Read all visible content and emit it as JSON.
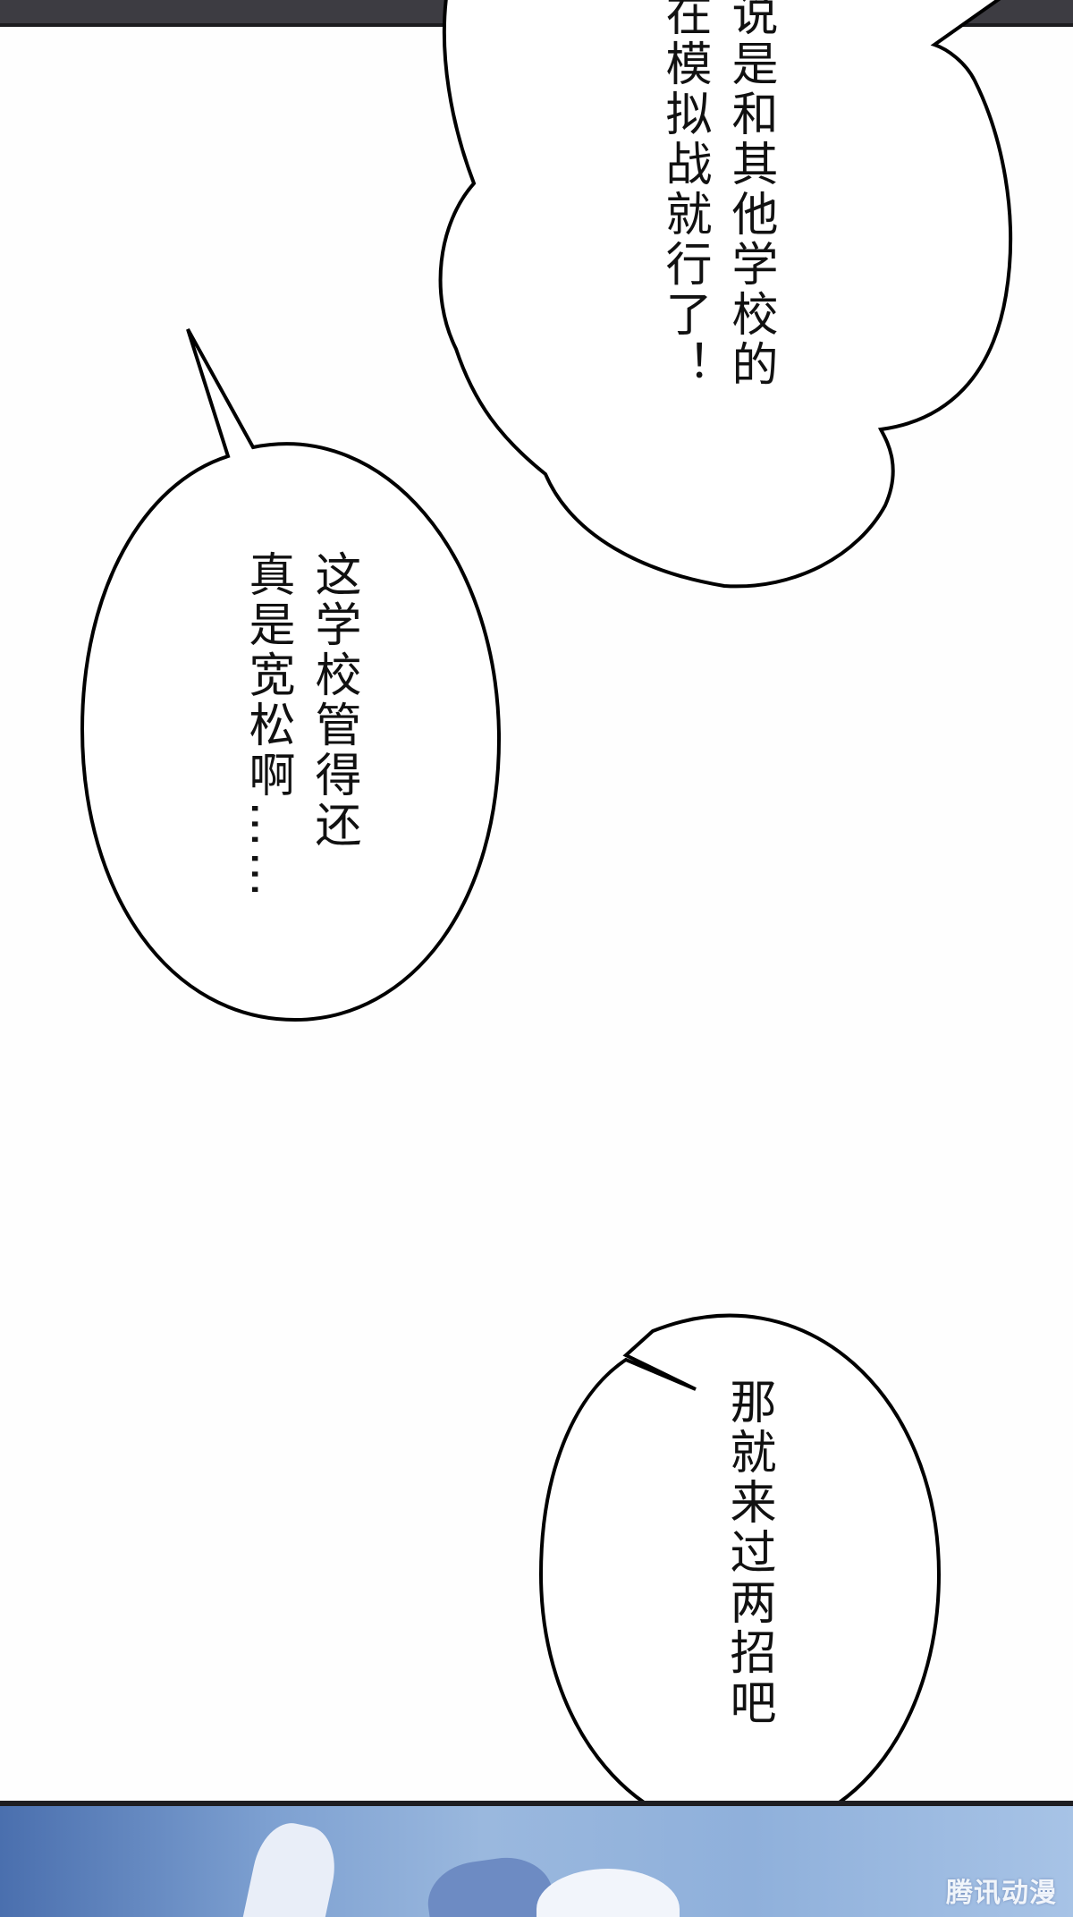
{
  "page": {
    "watermark": "腾讯动漫"
  },
  "bubbles": [
    {
      "id": "top-right",
      "text": "说是和其他学校的\n在模拟战就行了！",
      "columns": [
        "说是和其他学校的",
        "在模拟战就行了！"
      ]
    },
    {
      "id": "middle-left",
      "text": "这学校管得还\n真是宽松啊……",
      "columns": [
        "这学校管得还",
        "真是宽松啊……"
      ]
    },
    {
      "id": "bottom-right",
      "text": "那就来过两招吧",
      "columns": [
        "那就来过两招吧"
      ]
    }
  ],
  "colors": {
    "panel_border": "#1c1c1f",
    "bubble_fill": "#ffffff",
    "bubble_stroke": "#000000",
    "scene_blue": "#8fb0db"
  }
}
